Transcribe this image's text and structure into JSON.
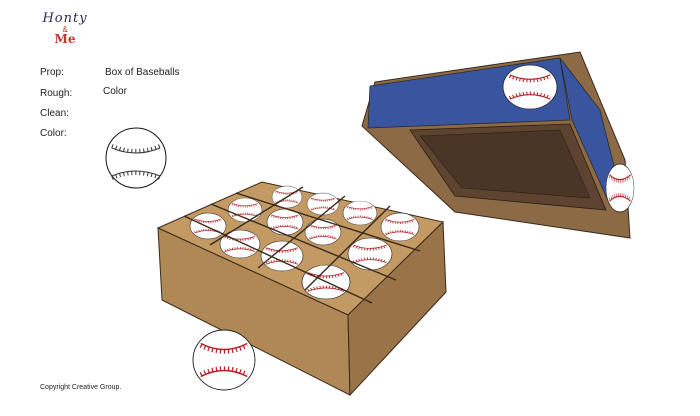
{
  "logo": {
    "line1": "Honty",
    "amp": "&",
    "line2": "Me"
  },
  "fields": {
    "prop_label": "Prop:",
    "prop_value": "Box of Baseballs",
    "rough_label": "Rough:",
    "rough_value": "Color",
    "clean_label": "Clean:",
    "color_label": "Color:"
  },
  "copyright": "Copyright Creative Group.",
  "colors": {
    "box_light": "#b08856",
    "box_mid": "#8c6a45",
    "box_dark": "#5e4430",
    "lid_blue": "#3a55a0",
    "stitch_red": "#b3242a",
    "ball_white": "#ffffff"
  }
}
